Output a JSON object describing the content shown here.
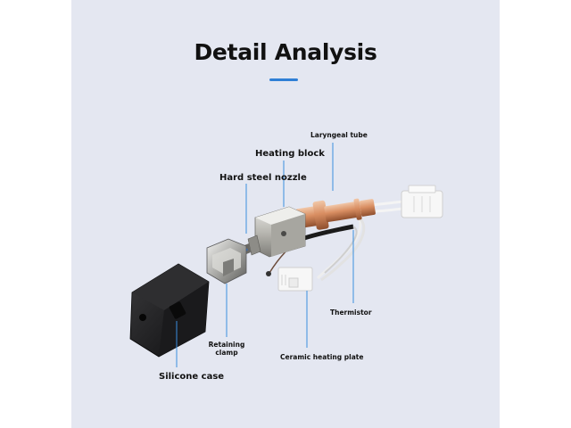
{
  "title": "Detail Analysis",
  "colors": {
    "panel_background": "#e4e7f1",
    "title_underline": "#2f7fd6",
    "leader_lines": "#3a8fe0"
  },
  "labels": {
    "laryngeal_tube": "Laryngeal tube",
    "heating_block": "Heating block",
    "hard_steel_nozzle": "Hard steel nozzle",
    "thermistor": "Thermistor",
    "retaining_clamp": "Retaining\nclamp",
    "ceramic_heating_plate": "Ceramic heating plate",
    "silicone_case": "Silicone case"
  }
}
